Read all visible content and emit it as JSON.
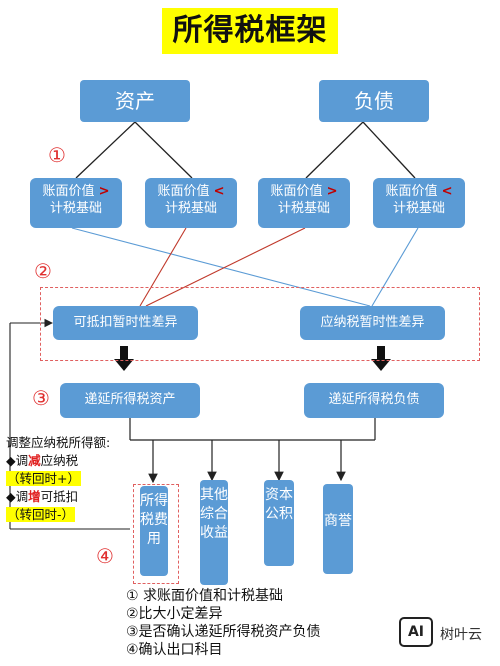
{
  "title": "所得税框架",
  "top": {
    "asset": "资产",
    "liability": "负债"
  },
  "markers": [
    "①",
    "②",
    "③",
    "④"
  ],
  "compare": [
    {
      "line1": "账面价值",
      "sign": ">",
      "line2": "计税基础"
    },
    {
      "line1": "账面价值",
      "sign": "<",
      "line2": "计税基础"
    },
    {
      "line1": "账面价值",
      "sign": ">",
      "line2": "计税基础"
    },
    {
      "line1": "账面价值",
      "sign": "<",
      "line2": "计税基础"
    }
  ],
  "differences": {
    "deductible": "可抵扣暂时性差异",
    "taxable": "应纳税暂时性差异"
  },
  "deferred": {
    "asset": "递延所得税资产",
    "liability": "递延所得税负债"
  },
  "adjust": {
    "heading": "调整应纳税所得额:",
    "line1_pre": "◆调",
    "line1_hl": "减",
    "line1_post": "应纳税",
    "line2": "（转回时+）",
    "line3_pre": "◆调",
    "line3_hl": "增",
    "line3_post": "可抵扣",
    "line4": "（转回时-）"
  },
  "outputs": [
    "所得税费用",
    "其他综合收益",
    "资本公积",
    "商誉"
  ],
  "steps": [
    "① 求账面价值和计税基础",
    "②比大小定差异",
    "③是否确认递延所得税资产负债",
    "④确认出口科目"
  ],
  "logo": {
    "mark": "AI",
    "text": "树叶云"
  },
  "colors": {
    "box": "#5b9bd5",
    "accent": "#e03030",
    "highlight": "#ffff00"
  }
}
